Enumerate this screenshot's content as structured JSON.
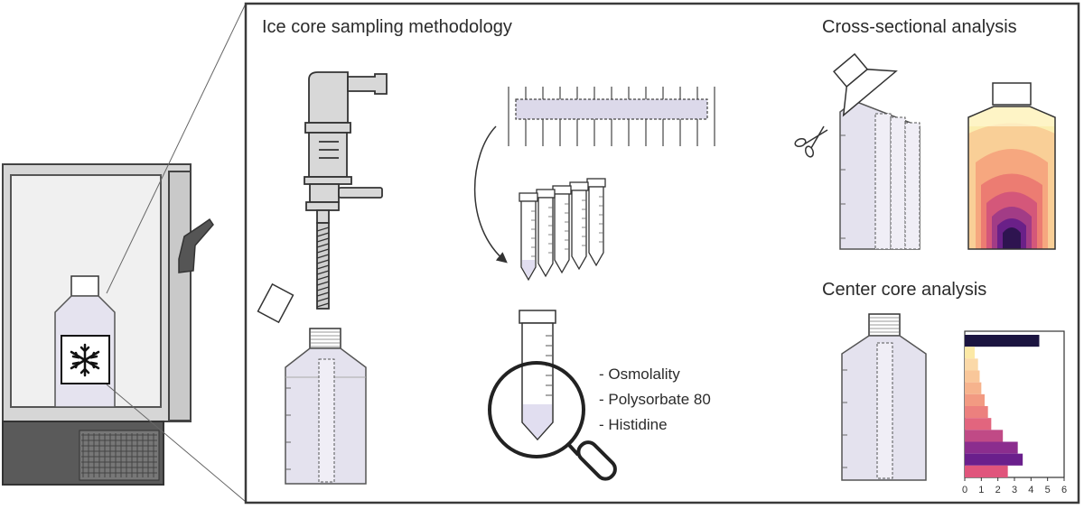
{
  "sections": {
    "sampling_title": "Ice core sampling methodology",
    "cross_title": "Cross-sectional analysis",
    "center_title": "Center core analysis"
  },
  "analytes": [
    "- Osmolality",
    "- Polysorbate 80",
    "- Histidine"
  ],
  "icons": {
    "freezer": "freezer-icon",
    "snowflake": "snowflake-icon",
    "drill": "ice-core-drill-icon",
    "bottle": "bottle-icon",
    "tubes": "centrifuge-tubes-icon",
    "magnifier": "magnifying-glass-icon",
    "scissors": "scissors-icon"
  },
  "colors": {
    "frame": "#3a3a3a",
    "bottle_fill": "#e4e2ee",
    "freezer_body": "#d9d9d9",
    "freezer_base": "#595959",
    "heat_outer": "#fbeeb0",
    "heat_inner": "#1c1040"
  },
  "chart_data": {
    "type": "bar",
    "orientation": "horizontal",
    "xlim": [
      0,
      6
    ],
    "xticks": [
      "0",
      "1",
      "2",
      "3",
      "4",
      "5",
      "6"
    ],
    "values": [
      4.5,
      0.6,
      0.8,
      0.9,
      1.0,
      1.2,
      1.4,
      1.6,
      2.3,
      3.2,
      3.5,
      2.6
    ],
    "colors": [
      "#1b1440",
      "#fce9a6",
      "#fbd9a8",
      "#f9c79a",
      "#f6b38d",
      "#f29a82",
      "#ec807e",
      "#e2657e",
      "#c04a86",
      "#8b2d8e",
      "#6a1f8c",
      "#e0557c"
    ]
  }
}
